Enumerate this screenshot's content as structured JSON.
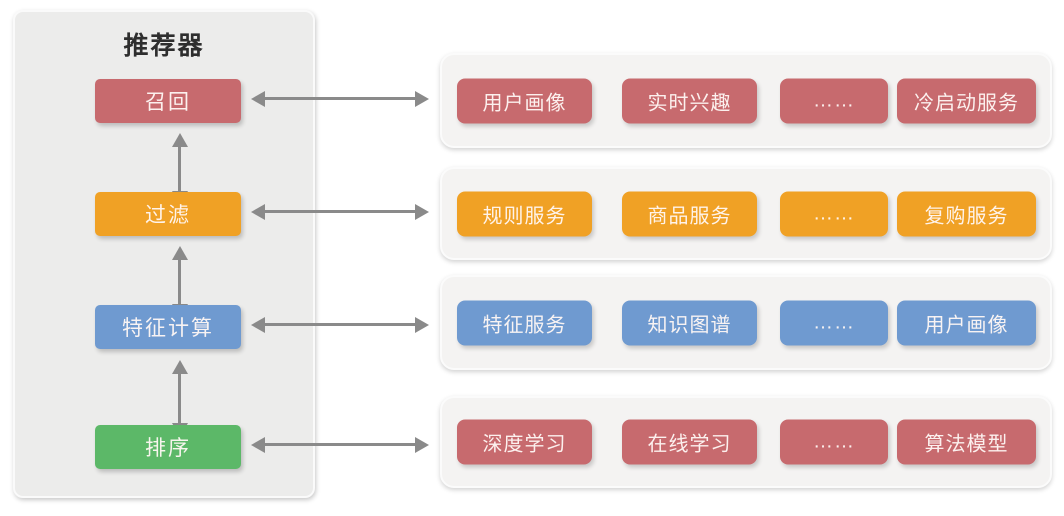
{
  "diagram": {
    "title": "推荐器",
    "stages": [
      {
        "label": "召回",
        "color": "#c76a6e"
      },
      {
        "label": "过滤",
        "color": "#f0a125"
      },
      {
        "label": "特征计算",
        "color": "#6f9ad0"
      },
      {
        "label": "排序",
        "color": "#5cb868"
      }
    ],
    "rows": [
      {
        "stage": "召回",
        "color": "#c76a6e",
        "items": [
          "用户画像",
          "实时兴趣",
          "……",
          "冷启动服务"
        ]
      },
      {
        "stage": "过滤",
        "color": "#f0a125",
        "items": [
          "规则服务",
          "商品服务",
          "……",
          "复购服务"
        ]
      },
      {
        "stage": "特征计算",
        "color": "#6f9ad0",
        "items": [
          "特征服务",
          "知识图谱",
          "……",
          "用户画像"
        ]
      },
      {
        "stage": "排序",
        "color": "#c76a6e",
        "items": [
          "深度学习",
          "在线学习",
          "……",
          "算法模型"
        ]
      }
    ],
    "colors": {
      "arrow": "#8a8a8a",
      "panel_background": "#ececeb",
      "row_background": "#f4f3f2",
      "canvas_background": "#ffffff"
    }
  }
}
